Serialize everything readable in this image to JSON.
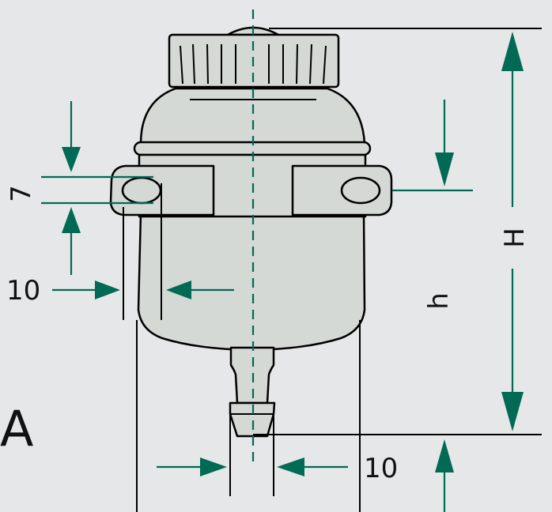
{
  "figure": {
    "view_label": "A",
    "dimensions": {
      "total_height": "H",
      "mount_height": "h",
      "hole_size": "7",
      "lug_width": "10",
      "outlet_width": "10"
    },
    "colors": {
      "background": "#e6e7e8",
      "body_fill": "#d4d9d6",
      "outline": "#000000",
      "dimension_green": "#006a55"
    }
  }
}
